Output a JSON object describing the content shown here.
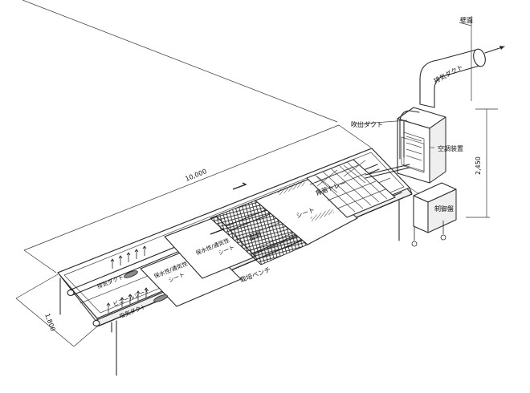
{
  "labels": {
    "wall": "壁面",
    "exhaust_duct": "排気ダクト",
    "outlet_duct": "吹出ダクト",
    "air_conditioner": "空調装置",
    "control_panel": "制御盤",
    "nursery_tray": "育苗トレー",
    "sheet": "シート",
    "wire_mesh": "金網",
    "exhaust_duct_left": "排気ダクト",
    "vinyl_sheet": "ビニールシート",
    "intake_duct": "吸気ダクト",
    "water_sheet_1": "保水性/通気性",
    "water_sheet_1b": "シート",
    "water_sheet_2": "保水性/通気性",
    "water_sheet_2b": "シート",
    "bench": "栽培ベンチ",
    "dim_length": "10,000",
    "dim_width": "1,800",
    "dim_height": "2,450"
  },
  "colors": {
    "line": "#2a2a2a",
    "background": "#ffffff"
  }
}
